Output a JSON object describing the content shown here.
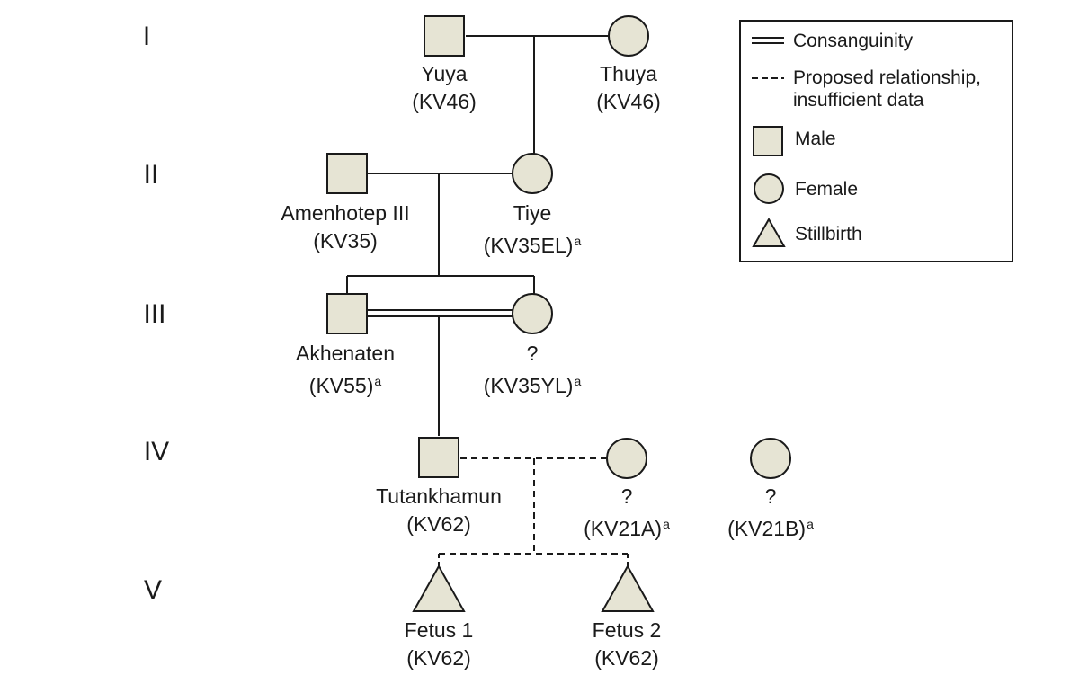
{
  "generations": [
    "I",
    "II",
    "III",
    "IV",
    "V"
  ],
  "individuals": {
    "yuya": {
      "name": "Yuya",
      "tomb": "(KV46)",
      "note": ""
    },
    "thuya": {
      "name": "Thuya",
      "tomb": "(KV46)",
      "note": ""
    },
    "amenhotep": {
      "name": "Amenhotep III",
      "tomb": "(KV35)",
      "note": ""
    },
    "tiye": {
      "name": "Tiye",
      "tomb": "(KV35EL)",
      "note": "a"
    },
    "akhenaten": {
      "name": "Akhenaten",
      "tomb": "(KV55)",
      "note": "a"
    },
    "kv35yl": {
      "name": "?",
      "tomb": "(KV35YL)",
      "note": "a"
    },
    "tutankhamun": {
      "name": "Tutankhamun",
      "tomb": "(KV62)",
      "note": ""
    },
    "kv21a": {
      "name": "?",
      "tomb": "(KV21A)",
      "note": "a"
    },
    "kv21b": {
      "name": "?",
      "tomb": "(KV21B)",
      "note": "a"
    },
    "fetus1": {
      "name": "Fetus 1",
      "tomb": "(KV62)",
      "note": ""
    },
    "fetus2": {
      "name": "Fetus 2",
      "tomb": "(KV62)",
      "note": ""
    }
  },
  "legend": {
    "consanguinity": "Consanguinity",
    "proposed_line1": "Proposed relationship,",
    "proposed_line2": "insufficient data",
    "male": "Male",
    "female": "Female",
    "stillbirth": "Stillbirth"
  },
  "colors": {
    "symbol_fill": "#e6e4d4",
    "line": "#1a1a1a"
  }
}
